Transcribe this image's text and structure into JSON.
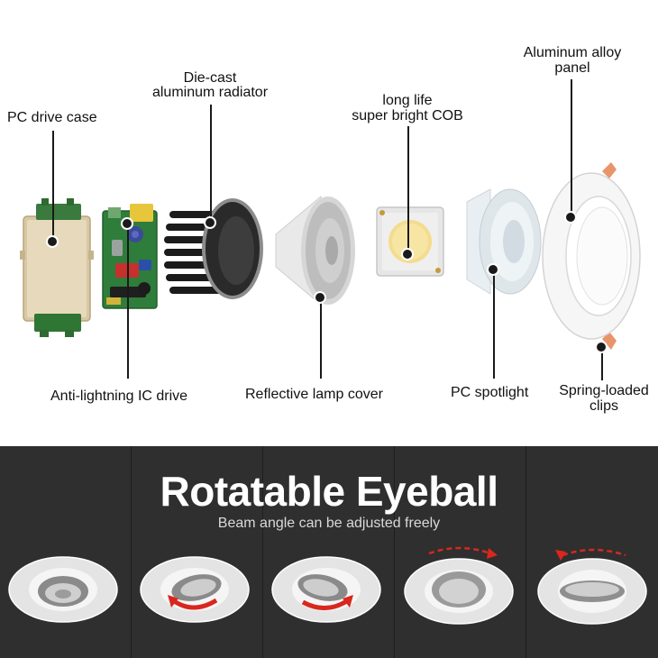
{
  "components": {
    "drive_case": "PC drive case",
    "radiator_line1": "Die-cast",
    "radiator_line2": "aluminum radiator",
    "cob_line1": "long life",
    "cob_line2": "super bright COB",
    "panel_line1": "Aluminum alloy",
    "panel_line2": "panel",
    "ic_drive": "Anti-lightning IC drive",
    "lamp_cover": "Reflective lamp cover",
    "spotlight": "PC spotlight",
    "clips_line1": "Spring-loaded",
    "clips_line2": "clips"
  },
  "banner": {
    "headline": "Rotatable Eyeball",
    "subline": "Beam angle can be adjusted freely"
  },
  "colors": {
    "text": "#111111",
    "banner_bg": "#2b2b2b",
    "arrow_red": "#d9271e",
    "clip_orange": "#e8956b"
  }
}
